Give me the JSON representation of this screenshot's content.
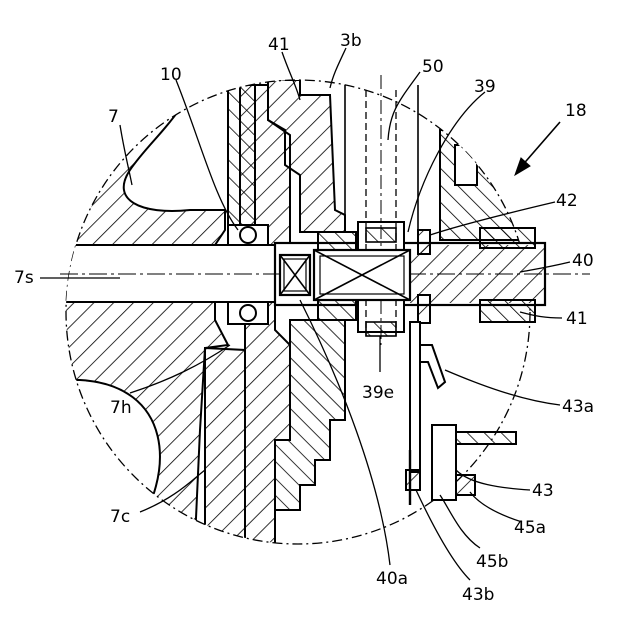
{
  "figure": {
    "labels": {
      "l7": "7",
      "l10": "10",
      "l41top": "41",
      "l3b": "3b",
      "l50": "50",
      "l39": "39",
      "l18": "18",
      "l42": "42",
      "l40": "40",
      "l7s": "7s",
      "l41right": "41",
      "l39e": "39e",
      "l43a": "43a",
      "l7h": "7h",
      "l43": "43",
      "l7c": "7c",
      "l45a": "45a",
      "l45b": "45b",
      "l40a": "40a",
      "l43b": "43b"
    }
  }
}
